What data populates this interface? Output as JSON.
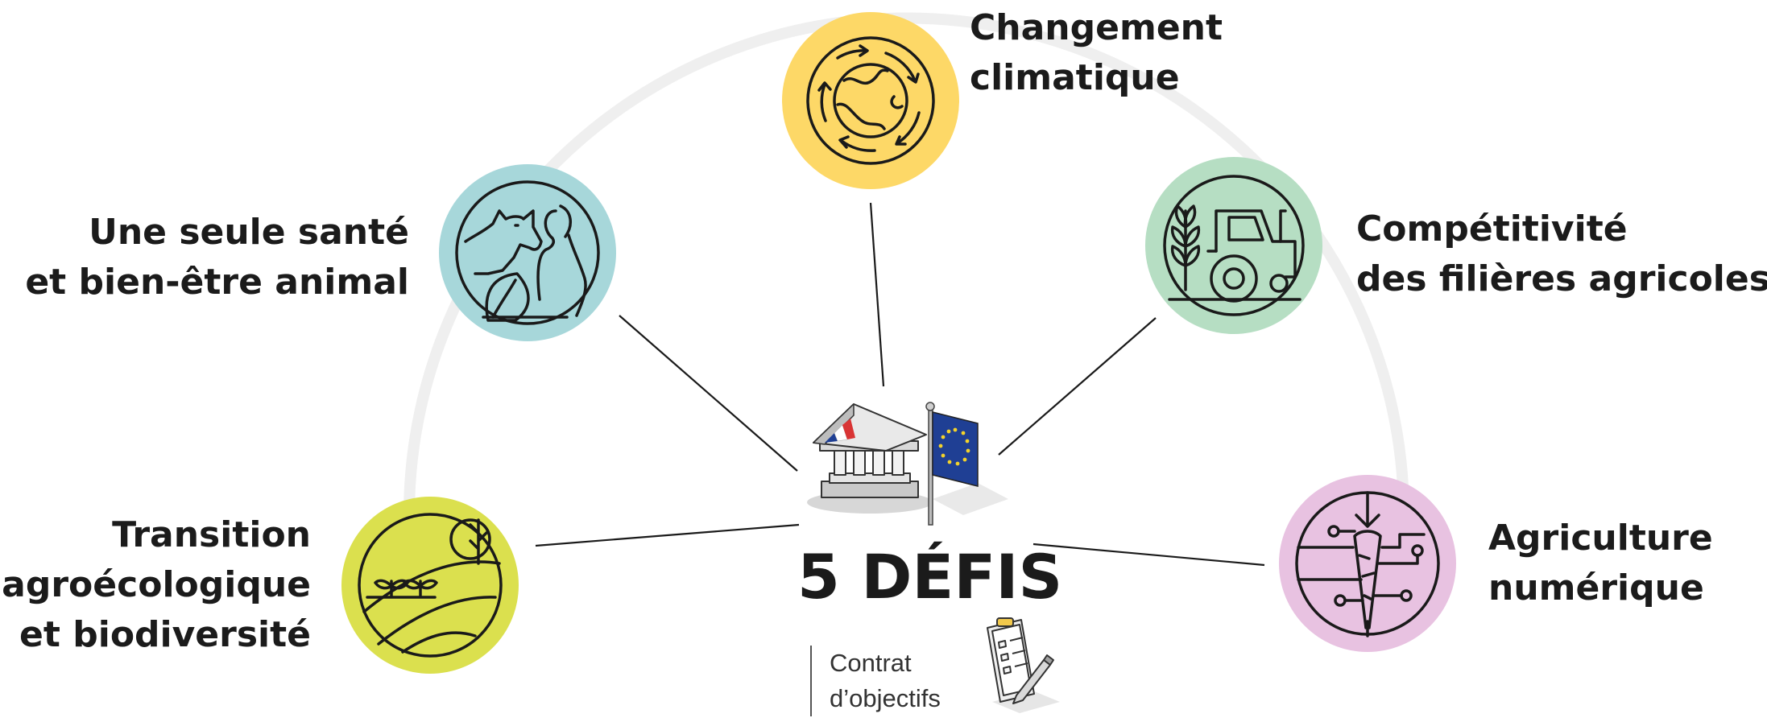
{
  "title": "5 DÉFIS",
  "subtitle_lines": [
    "Contrat",
    "d’objectifs"
  ],
  "challenges": [
    {
      "id": "climate",
      "lines": [
        "Changement",
        "climatique"
      ],
      "color": "#fdd867",
      "icon": "globe-cycle-icon"
    },
    {
      "id": "health",
      "lines": [
        "Une seule santé",
        "et bien-être animal"
      ],
      "color": "#a7d7da",
      "icon": "cow-person-leaf-icon"
    },
    {
      "id": "competitiveness",
      "lines": [
        "Compétitivité",
        "des filières agricoles"
      ],
      "color": "#b6dec3",
      "icon": "tractor-plant-icon"
    },
    {
      "id": "agroecology",
      "lines": [
        "Transition",
        "agroécologique",
        "et biodiversité"
      ],
      "color": "#dbe04e",
      "icon": "landscape-seedling-icon"
    },
    {
      "id": "digital",
      "lines": [
        "Agriculture",
        "numérique"
      ],
      "color": "#e8c2e1",
      "icon": "carrot-circuit-icon"
    }
  ],
  "center_icons": [
    "government-building-icon",
    "eu-flag-icon",
    "checklist-clipboard-icon"
  ],
  "colors": {
    "arc": "#efefef",
    "text": "#1b1b1b",
    "outline": "#1a1a1a",
    "eu_blue": "#1f3f94",
    "eu_star": "#f4d32a"
  }
}
